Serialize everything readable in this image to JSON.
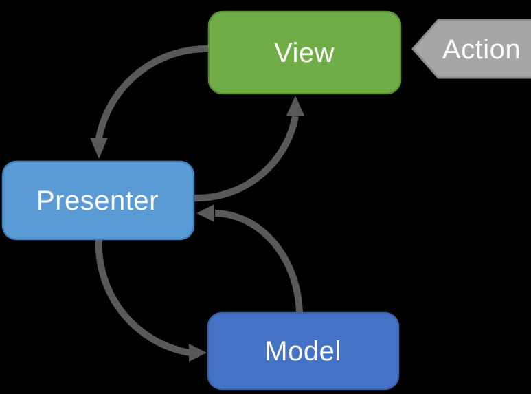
{
  "diagram": {
    "background_color": "#000000",
    "connector_color": "#595959",
    "text_color": "#FFFFFF",
    "nodes": [
      {
        "id": "view",
        "label": "View",
        "shape": "rounded-rect",
        "fill": "#70AD47",
        "border": "#5B9038"
      },
      {
        "id": "presenter",
        "label": "Presenter",
        "shape": "rounded-rect",
        "fill": "#5B9BD5",
        "border": "#4181C0"
      },
      {
        "id": "model",
        "label": "Model",
        "shape": "rounded-rect",
        "fill": "#4472C4",
        "border": "#3A63AC"
      },
      {
        "id": "action",
        "label": "Action",
        "shape": "left-chevron",
        "fill": "#A6A6A6",
        "border": "#8C8C8C"
      }
    ],
    "edges": [
      {
        "from": "view",
        "to": "presenter",
        "style": "curved-arrow"
      },
      {
        "from": "presenter",
        "to": "view",
        "style": "curved-arrow"
      },
      {
        "from": "presenter",
        "to": "model",
        "style": "curved-arrow"
      },
      {
        "from": "model",
        "to": "presenter",
        "style": "curved-arrow"
      }
    ]
  }
}
